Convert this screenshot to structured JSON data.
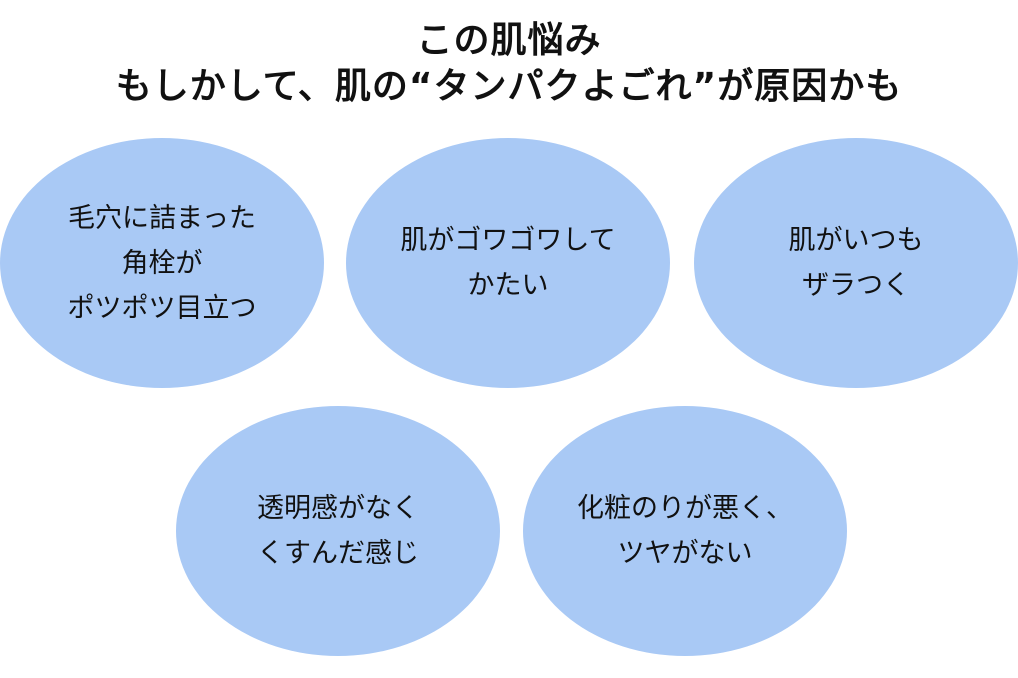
{
  "title": {
    "line1": "この肌悩み",
    "line2": "もしかして、肌の“タンパクよごれ”が原因かも"
  },
  "colors": {
    "bubble_fill": "#a9c9f5",
    "text": "#111111",
    "background": "#ffffff"
  },
  "bubbles": [
    {
      "lines": [
        "毛穴に詰まった",
        "角栓が",
        "ポツポツ目立つ"
      ]
    },
    {
      "lines": [
        "肌がゴワゴワして",
        "かたい"
      ]
    },
    {
      "lines": [
        "肌がいつも",
        "ザラつく"
      ]
    },
    {
      "lines": [
        "透明感がなく",
        "くすんだ感じ"
      ]
    },
    {
      "lines": [
        "化粧のりが悪く、",
        "ツヤがない"
      ]
    }
  ]
}
